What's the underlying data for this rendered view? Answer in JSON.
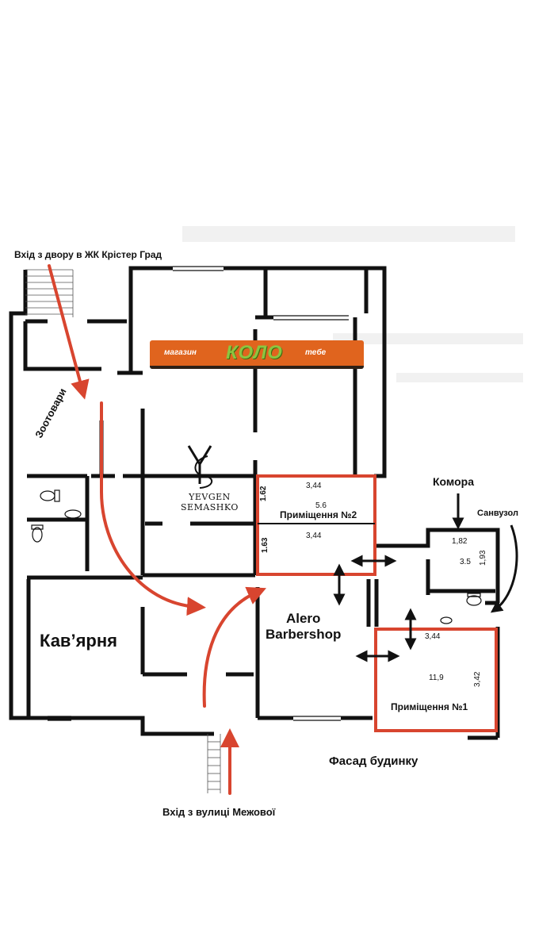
{
  "entrances": {
    "courtyard": "Вхід з двору в ЖК Крістер Град",
    "street": "Вхід з вулиці Межової"
  },
  "facade_label": "Фасад будинку",
  "tenants": {
    "zoo": "Зоотовари",
    "cafe": "Кав’ярня",
    "barber_line1": "Alero",
    "barber_line2": "Barbershop",
    "kolo": {
      "left": "магазин",
      "brand": "КОЛО",
      "right": "тебе"
    },
    "salon_line1": "YEVGEN",
    "salon_line2": "SEMASHKO"
  },
  "room2": {
    "name": "Приміщення №2",
    "area": "5.6",
    "top_width": "3,44",
    "bottom_width": "3,44",
    "left_upper": "1.62",
    "left_lower": "1.63"
  },
  "room1": {
    "name": "Приміщення №1",
    "area": "11,9",
    "top_width": "3,44",
    "right_height": "3,42"
  },
  "storage": {
    "label": "Комора",
    "width": "1,82",
    "area": "3.5",
    "height": "1,93"
  },
  "wc_label": "Санвузол",
  "colors": {
    "highlight": "#d8452f",
    "arrow": "#d8452f",
    "wall": "#111111",
    "kolo_band": "#e0641e",
    "kolo_text": "#8bc540"
  }
}
